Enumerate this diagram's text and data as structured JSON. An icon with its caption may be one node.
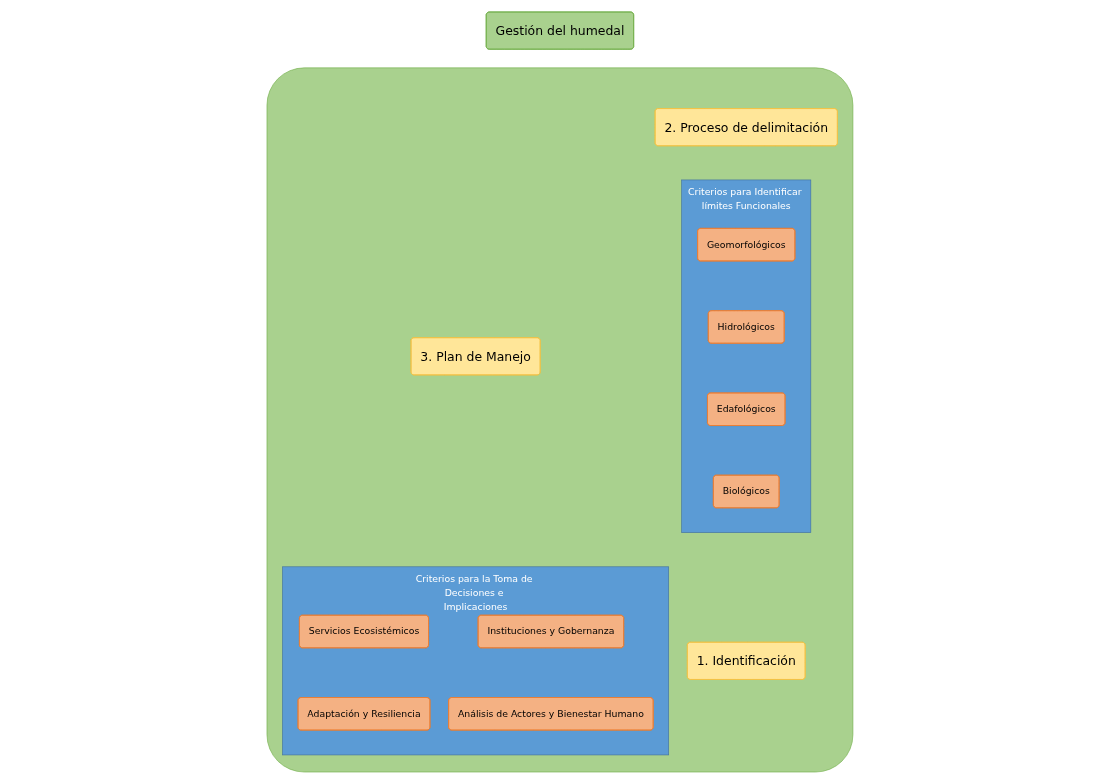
{
  "diagram": {
    "nodes": [
      {
        "text": [
          "Gestión del humedal"
        ]
      },
      {
        "text": [],
        "shape": "box"
      },
      {
        "text": [
          "2. Proceso de delimitación"
        ],
        "in": 1
      },
      {
        "text": [
          "3. Plan de Manejo"
        ],
        "in": 1
      },
      {
        "text": [
          "Criterios para Identificar límites Funcionales"
        ],
        "in": 1
      },
      {
        "text": [
          "Geomorfológicos"
        ],
        "in": 4
      },
      {
        "text": [
          "Hidrológicos"
        ],
        "in": 4
      },
      {
        "text": [
          "Edafológicos"
        ],
        "in": 4
      },
      {
        "text": [
          "Biológicos"
        ],
        "in": 4
      },
      {
        "text": [
          "Criterios para la Toma de Decisiones e Implicaciones"
        ],
        "in": 1
      },
      {
        "text": [
          "Servicios Ecosistémicos"
        ],
        "in": 9
      },
      {
        "text": [
          "Instituciones y Gobernanza"
        ],
        "in": 9
      },
      {
        "text": [
          "Adaptación y Resiliencia"
        ],
        "in": 9
      },
      {
        "text": [
          "Análisis de Actores y Bienestar Humano"
        ],
        "in": 9
      },
      {
        "text": [
          "1. Identificación"
        ],
        "in": 1
      }
    ],
    "edges": []
  }
}
